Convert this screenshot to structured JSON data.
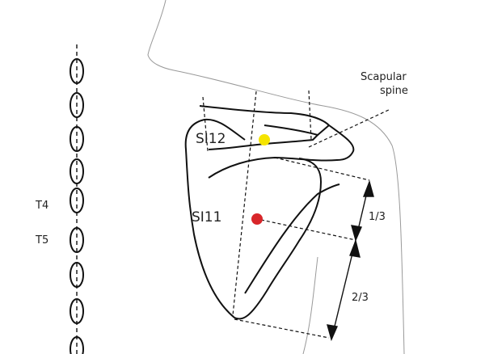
{
  "labels": {
    "point_upper": "SI12",
    "point_lower": "SI11",
    "vertebra_t4": "T4",
    "vertebra_t5": "T5",
    "upper_fraction": "1/3",
    "lower_fraction": "2/3",
    "scapular_line1": "Scapular",
    "scapular_line2": "spine"
  },
  "colors": {
    "si12": "#f5e400",
    "si11": "#d8262a"
  }
}
